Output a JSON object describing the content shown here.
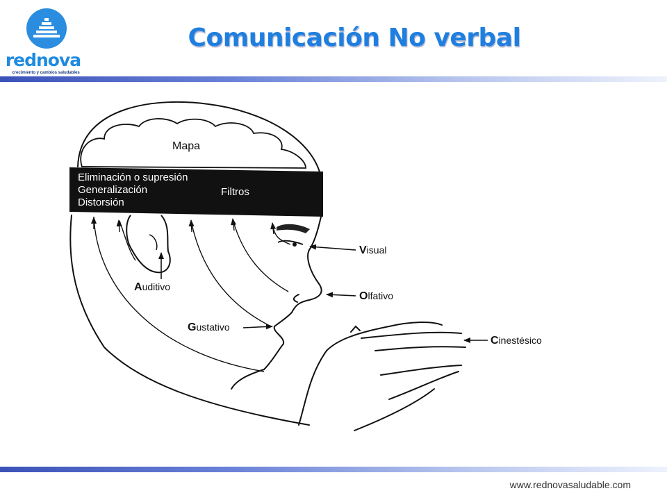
{
  "logo": {
    "name": "rednova",
    "tagline": "crecimiento y cambios saludables"
  },
  "title": "Comunicación No verbal",
  "footer": {
    "url": "www.rednovasaludable.com"
  },
  "diagram": {
    "map_label": "Mapa",
    "filters": [
      "Eliminación o supresión",
      "Generalización",
      "Distorsión"
    ],
    "filters_label": "Filtros",
    "senses": {
      "visual": {
        "initial": "V",
        "rest": "isual"
      },
      "olfativo": {
        "initial": "O",
        "rest": "lfativo"
      },
      "auditivo": {
        "initial": "A",
        "rest": "uditivo"
      },
      "gustativo": {
        "initial": "G",
        "rest": "ustativo"
      },
      "cinestesico": {
        "initial": "C",
        "rest": "inestésico"
      }
    }
  }
}
